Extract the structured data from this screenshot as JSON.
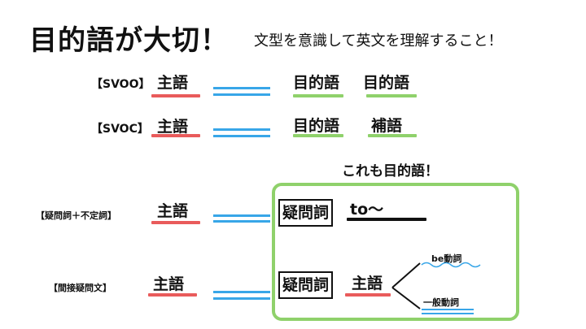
{
  "header": {
    "title": "目的語が大切！",
    "subtitle": "文型を意識して英文を理解すること！"
  },
  "colors": {
    "subject_underline": "#e95b5b",
    "object_underline": "#8fd16b",
    "equals_lines": "#38a6e8",
    "box_border": "#8fd16b"
  },
  "rows": {
    "svoo": {
      "pattern": "【SVOO】",
      "subject": "主語",
      "obj1": "目的語",
      "obj2": "目的語"
    },
    "svoc": {
      "pattern": "【SVOC】",
      "subject": "主語",
      "obj1": "目的語",
      "obj2": "補語"
    },
    "interrogative_inf": {
      "pattern": "【疑問詞＋不定詞】",
      "subject": "主語",
      "wh": "疑問詞",
      "to": "to〜"
    },
    "indirect_q": {
      "pattern": "【間接疑問文】",
      "subject": "主語",
      "wh": "疑問詞",
      "inner_subject": "主語",
      "branch_top": "be動詞",
      "branch_bottom": "一般動詞"
    }
  },
  "callout": "これも目的語！"
}
